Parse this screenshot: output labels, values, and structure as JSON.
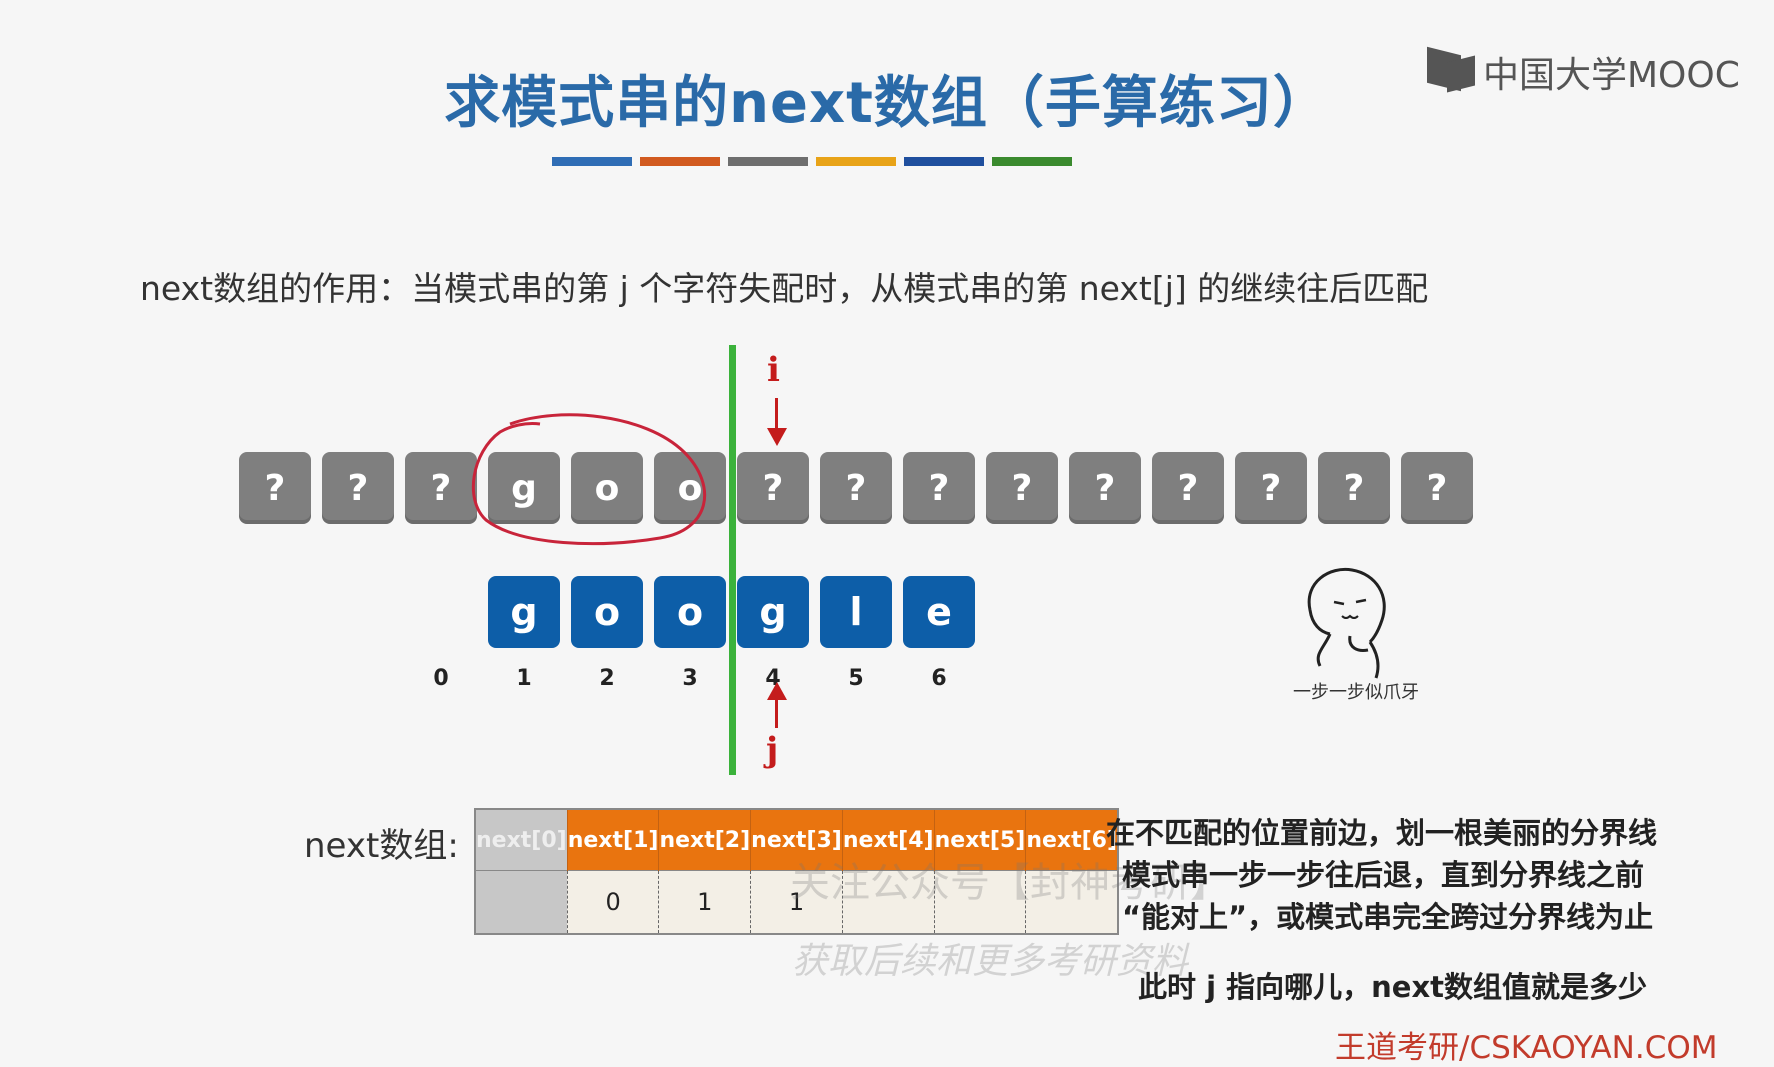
{
  "title": "求模式串的next数组（手算练习）",
  "title_bar_colors": [
    "#2f6db5",
    "#d15a1f",
    "#6e6e6e",
    "#e8a318",
    "#1f4f9e",
    "#3a8a2e"
  ],
  "logo_text": "中国大学MOOC",
  "description": "next数组的作用：当模式串的第 j 个字符失配时，从模式串的第 next[j] 的继续往后匹配",
  "main_string": [
    "?",
    "?",
    "?",
    "g",
    "o",
    "o",
    "?",
    "?",
    "?",
    "?",
    "?",
    "?",
    "?",
    "?",
    "?"
  ],
  "pattern": [
    "g",
    "o",
    "o",
    "g",
    "l",
    "e"
  ],
  "indices": [
    "0",
    "1",
    "2",
    "3",
    "4",
    "5",
    "6"
  ],
  "pointer_i": "i",
  "pointer_j": "j",
  "next_label": "next数组:",
  "next_headers": [
    "next[0]",
    "next[1]",
    "next[2]",
    "next[3]",
    "next[4]",
    "next[5]",
    "next[6]"
  ],
  "next_values": [
    "",
    "0",
    "1",
    "1",
    "",
    "",
    ""
  ],
  "notes": [
    "在不匹配的位置前边，划一根美丽的分界线",
    "模式串一步一步往后退，直到分界线之前",
    "“能对上”，或模式串完全跨过分界线为止"
  ],
  "question": "此时 j 指向哪儿，next数组值就是多少",
  "sticker_caption": "一步一步似爪牙",
  "watermark_1": "关注公众号【封神考研】",
  "watermark_2": "获取后续和更多考研资料",
  "footer": "王道考研/CSKAOYAN.COM",
  "colors": {
    "title": "#2a6aa8",
    "main_box": "#7f7f7f",
    "pattern_box": "#0d5ea8",
    "divider": "#3bb23b",
    "pointer": "#c41c1c",
    "table_header": "#e9740f"
  }
}
